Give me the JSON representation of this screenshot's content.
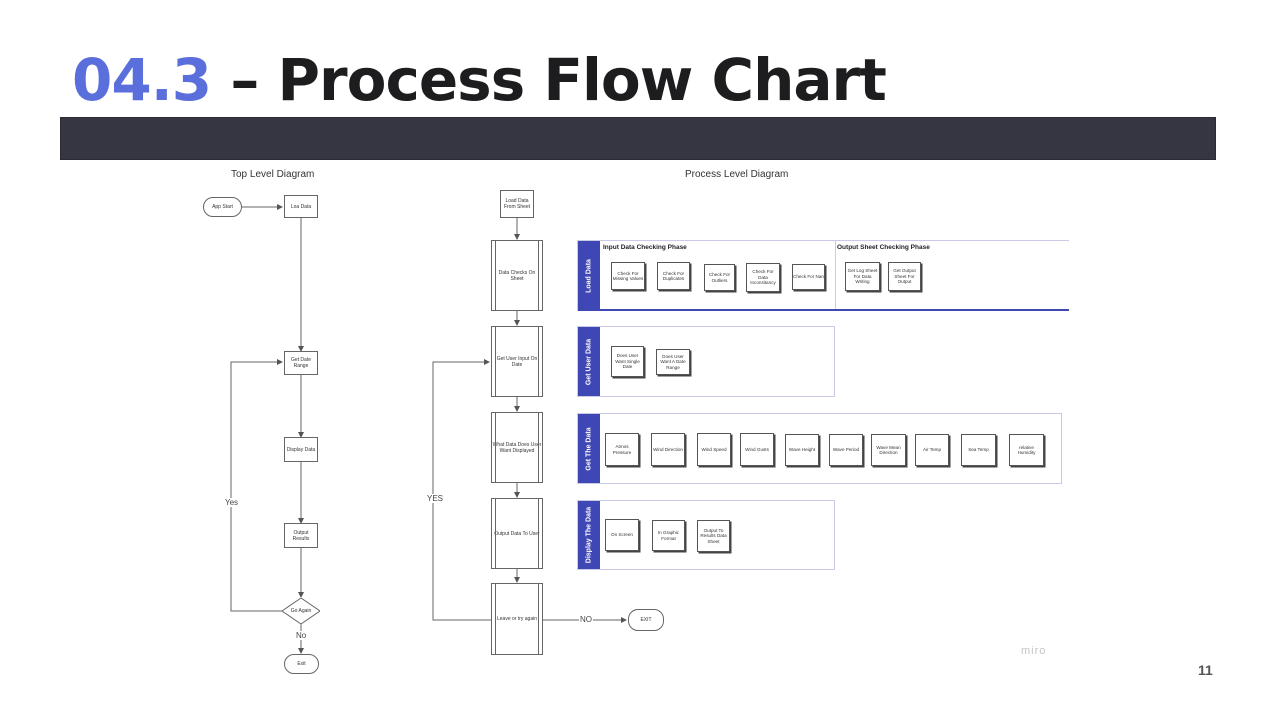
{
  "slide": {
    "title_number": "04.3",
    "title_text": "– Process Flow Chart",
    "page_number": "11",
    "watermark": "miro"
  },
  "top_level": {
    "heading": "Top Level Diagram",
    "app_start": "App Start",
    "load_data": "Loa Data",
    "get_date_range": "Get Date Range",
    "display_data": "Display Data",
    "output_results": "Output Results",
    "go_again": "Go Again",
    "yes": "Yes",
    "no": "No",
    "exit": "Exit"
  },
  "process_level": {
    "heading": "Process Level Diagram",
    "load_data_from_sheet": "Load Data From Sheet",
    "data_checks": "Data Checks On Sheet",
    "get_user_input": "Get User Input On Date",
    "what_data": "What Data Does User Want Displayed",
    "output_data": "Output Data To User",
    "leave_or_try": "Leave or try again",
    "yes": "YES",
    "no": "NO",
    "exit": "EXIT"
  },
  "panels": {
    "load_data": {
      "side": "Load Data",
      "phase_input": "Input Data Checking Phase",
      "phase_output": "Output Sheet Checking Phase",
      "items": [
        "Check For Missing Values",
        "Check For Duplicates",
        "Check For Outliers",
        "Check For Data Inconsitancy",
        "Check For Nan"
      ],
      "output_items": [
        "Get Log Sheet For Data Writing",
        "Get Output Sheet For Output"
      ]
    },
    "get_user_data": {
      "side": "Get User Data",
      "items": [
        "Does User Want Single Date",
        "Does User Want A Date Range"
      ]
    },
    "get_the_data": {
      "side": "Get The Data",
      "items": [
        "Atmos Pressure",
        "Wind Direction",
        "Wind Speed",
        "Wind Gusts",
        "Wave Height",
        "Wave Period",
        "Wave Mean Direction",
        "Air Temp",
        "Sea Temp",
        "relative Humidity"
      ]
    },
    "display_the_data": {
      "side": "Display The Data",
      "items": [
        "On Screen",
        "In Graphic Format",
        "Output To Results Data Sheet"
      ]
    }
  }
}
